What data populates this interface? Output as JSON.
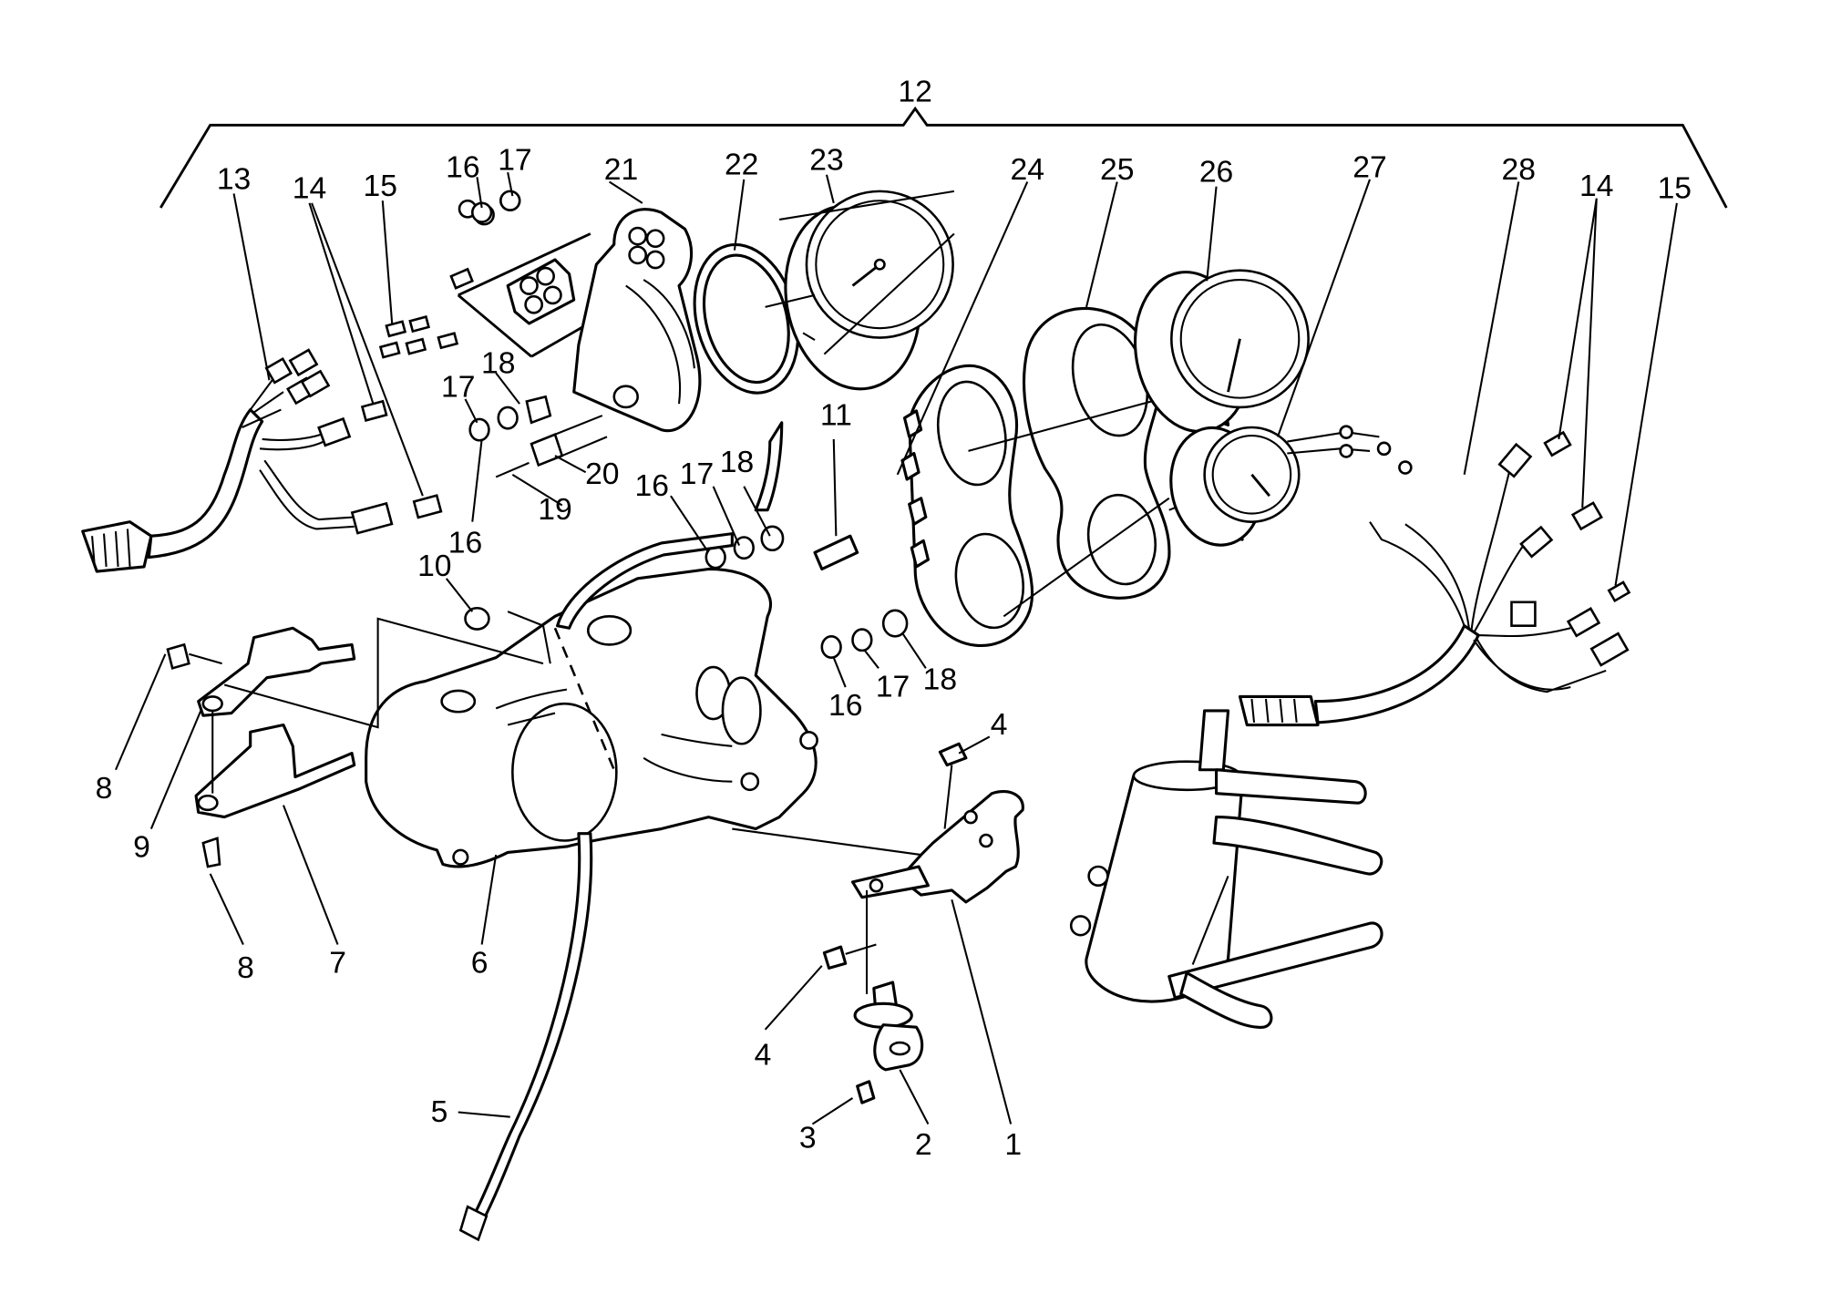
{
  "labels": {
    "p1": "1",
    "p2": "2",
    "p3": "3",
    "p4a": "4",
    "p4b": "4",
    "p5": "5",
    "p6": "6",
    "p7": "7",
    "p8a": "8",
    "p8b": "8",
    "p9": "9",
    "p10": "10",
    "p11": "11",
    "p12": "12",
    "p13": "13",
    "p14a": "14",
    "p14b": "14",
    "p15a": "15",
    "p15b": "15",
    "p16a": "16",
    "p16b": "16",
    "p16c": "16",
    "p16d": "16",
    "p17a": "17",
    "p17b": "17",
    "p17c": "17",
    "p17d": "17",
    "p18a": "18",
    "p18b": "18",
    "p18c": "18",
    "p19": "19",
    "p20": "20",
    "p21": "21",
    "p22": "22",
    "p23": "23",
    "p24": "24",
    "p25": "25",
    "p26": "26",
    "p27": "27",
    "p28": "28"
  }
}
